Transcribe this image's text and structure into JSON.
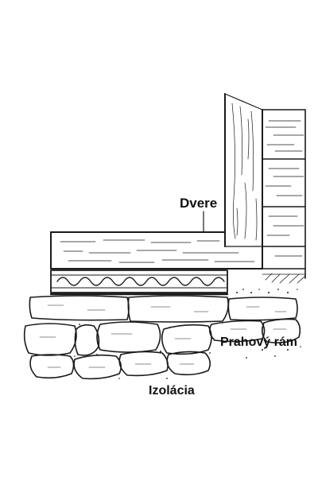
{
  "labels": {
    "door": "Dvere",
    "threshold_frame": "Prahový rám",
    "insulation": "Izolácia"
  },
  "colors": {
    "ink": "#1a1a1a",
    "background": "#ffffff"
  }
}
